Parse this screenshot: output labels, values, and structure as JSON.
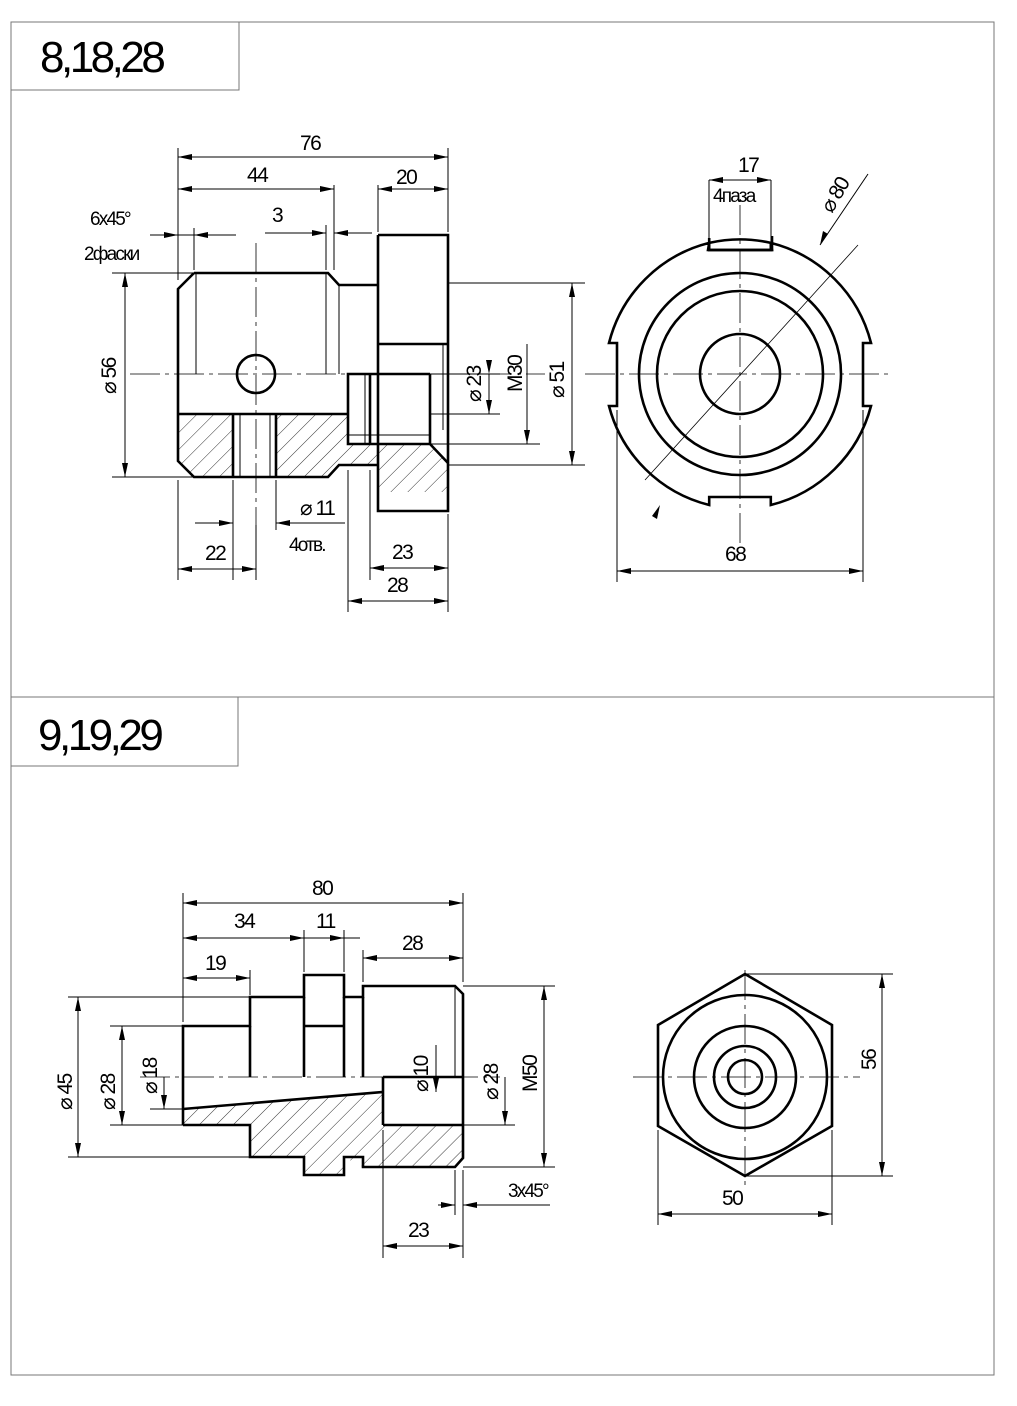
{
  "sections": [
    {
      "title": "8,18,28",
      "dimensions": {
        "total_length": "76",
        "length_44": "44",
        "length_20": "20",
        "length_3": "3",
        "chamfer": "6x45°",
        "chamfer_note": "2фаски",
        "dia_56": "⌀ 56",
        "dia_23": "⌀ 23",
        "thread_m30": "M30",
        "dia_51": "⌀ 51",
        "hole_dia": "⌀ 11",
        "hole_note": "4отв.",
        "length_22": "22",
        "length_23": "23",
        "length_28": "28",
        "slot_width": "17",
        "slot_note": "4паза",
        "dia_80": "⌀ 80",
        "width_68": "68"
      }
    },
    {
      "title": "9,19,29",
      "dimensions": {
        "total_length": "80",
        "length_34": "34",
        "length_11": "11",
        "length_28": "28",
        "length_19": "19",
        "dia_45": "⌀ 45",
        "dia_28_left": "⌀ 28",
        "dia_18": "⌀ 18",
        "dia_10": "⌀ 10",
        "dia_28_right": "⌀ 28",
        "thread_m50": "M50",
        "chamfer": "3x45°",
        "length_23": "23",
        "hex_height": "56",
        "hex_width": "50"
      }
    }
  ]
}
